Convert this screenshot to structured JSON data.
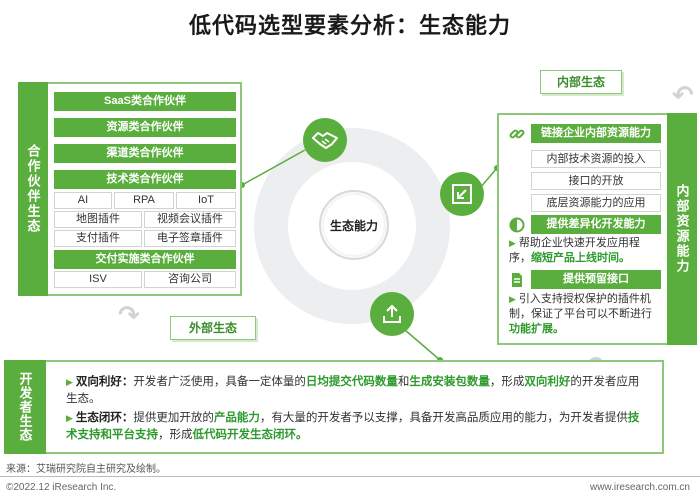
{
  "title": "低代码选型要素分析：生态能力",
  "center": {
    "label": "生态能力"
  },
  "left": {
    "band": "合作伙伴生态",
    "categories": [
      "SaaS类合作伙伴",
      "资源类合作伙伴",
      "渠道类合作伙伴",
      "技术类合作伙伴",
      "交付实施类合作伙伴"
    ],
    "tech_items": [
      "AI",
      "RPA",
      "IoT",
      "地图插件",
      "视频会议插件",
      "支付插件",
      "电子签章插件"
    ],
    "delivery_items": [
      "ISV",
      "咨询公司"
    ],
    "tag": "外部生态"
  },
  "right": {
    "tag": "内部生态",
    "band": "内部资源能力",
    "head1": "链接企业内部资源能力",
    "items": [
      "内部技术资源的投入",
      "接口的开放",
      "底层资源能力的应用"
    ],
    "head2": "提供差异化开发能力",
    "text2_a": "帮助企业快速开发应用程序，",
    "text2_b": "缩短产品上线时间。",
    "head3": "提供预留接口",
    "text3_a": "引入支持授权保护的插件机制，保证了平台可以不断进行",
    "text3_b": "功能扩展。"
  },
  "bottom": {
    "band": "开发者生态",
    "p1_key": "双向利好：",
    "p1_a": "开发者广泛使用，具备一定体量的",
    "p1_h1": "日均提交代码数量",
    "p1_b": "和",
    "p1_h2": "生成安装包数量",
    "p1_c": "，形成",
    "p1_h3": "双向利好",
    "p1_d": "的开发者应用生态。",
    "p2_key": "生态闭环：",
    "p2_a": "提供更加开放的",
    "p2_h1": "产品能力",
    "p2_b": "，有大量的开发者予以支撑，具备开发高品质应用的能力，为开发者提供",
    "p2_h2": "技术支持和平台支持",
    "p2_c": "，形成",
    "p2_h3": "低代码开发生态闭环。"
  },
  "footer": {
    "source": "来源：艾瑞研究院自主研究及绘制。",
    "copyright": "©2022.12 iResearch Inc.",
    "url": "www.iresearch.com.cn"
  },
  "colors": {
    "accent": "#5aae3d",
    "border": "#8fc77a",
    "highlight": "#2e9a2e"
  }
}
